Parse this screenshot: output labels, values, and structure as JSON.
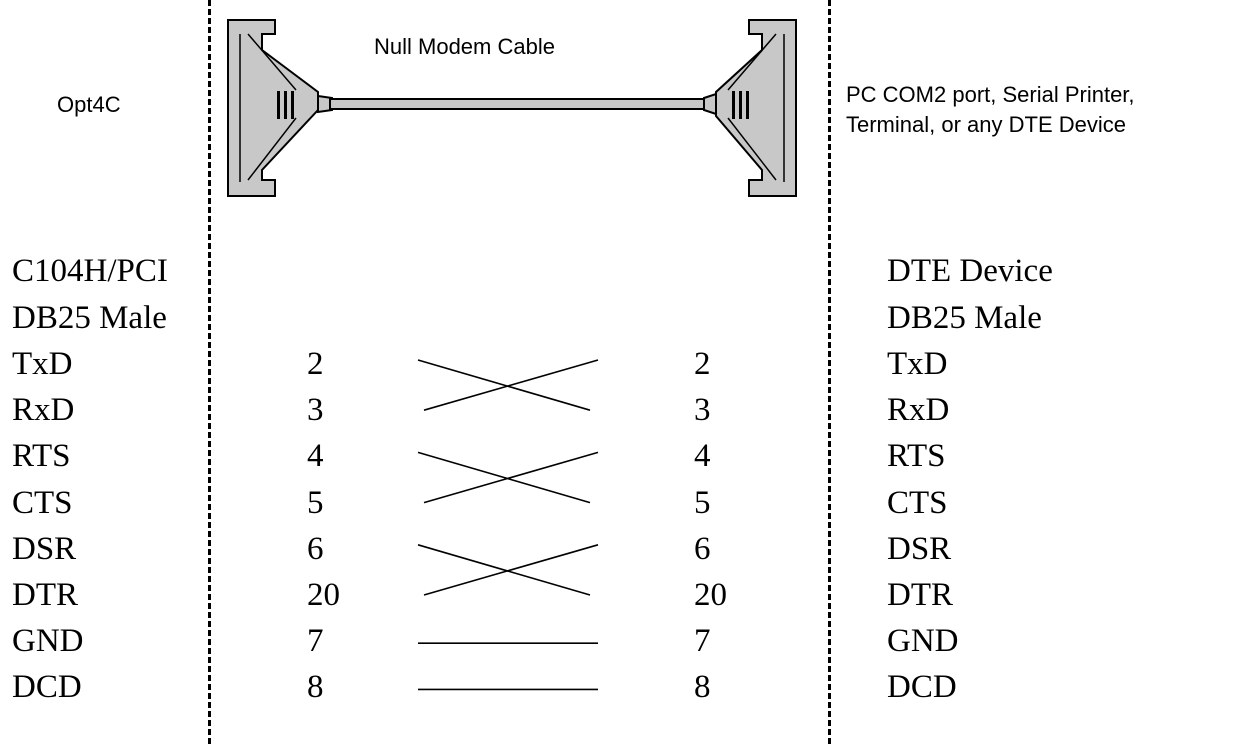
{
  "top": {
    "left_device": "Opt4C",
    "cable_label": "Null Modem Cable",
    "right_device_line1": "PC COM2 port, Serial Printer,",
    "right_device_line2": "Terminal, or any DTE Device"
  },
  "left_header": {
    "line1": "C104H/PCI",
    "line2": "DB25 Male"
  },
  "right_header": {
    "line1": "DTE Device",
    "line2": "DB25 Male"
  },
  "pins": [
    {
      "left_signal": "TxD",
      "left_pin": "2",
      "right_pin": "2",
      "right_signal": "TxD"
    },
    {
      "left_signal": "RxD",
      "left_pin": "3",
      "right_pin": "3",
      "right_signal": "RxD"
    },
    {
      "left_signal": "RTS",
      "left_pin": "4",
      "right_pin": "4",
      "right_signal": "RTS"
    },
    {
      "left_signal": "CTS",
      "left_pin": "5",
      "right_pin": "5",
      "right_signal": "CTS"
    },
    {
      "left_signal": "DSR",
      "left_pin": "6",
      "right_pin": "6",
      "right_signal": "DSR"
    },
    {
      "left_signal": "DTR",
      "left_pin": "20",
      "right_pin": "20",
      "right_signal": "DTR"
    },
    {
      "left_signal": "GND",
      "left_pin": "7",
      "right_pin": "7",
      "right_signal": "GND"
    },
    {
      "left_signal": "DCD",
      "left_pin": "8",
      "right_pin": "8",
      "right_signal": "DCD"
    }
  ],
  "wiring": [
    {
      "type": "cross",
      "rows": [
        0,
        1
      ]
    },
    {
      "type": "cross",
      "rows": [
        2,
        3
      ]
    },
    {
      "type": "cross",
      "rows": [
        4,
        5
      ]
    },
    {
      "type": "straight",
      "rows": [
        6
      ]
    },
    {
      "type": "straight",
      "rows": [
        7
      ]
    }
  ],
  "colors": {
    "connector_fill": "#c8c8c8",
    "ink": "#000000"
  }
}
